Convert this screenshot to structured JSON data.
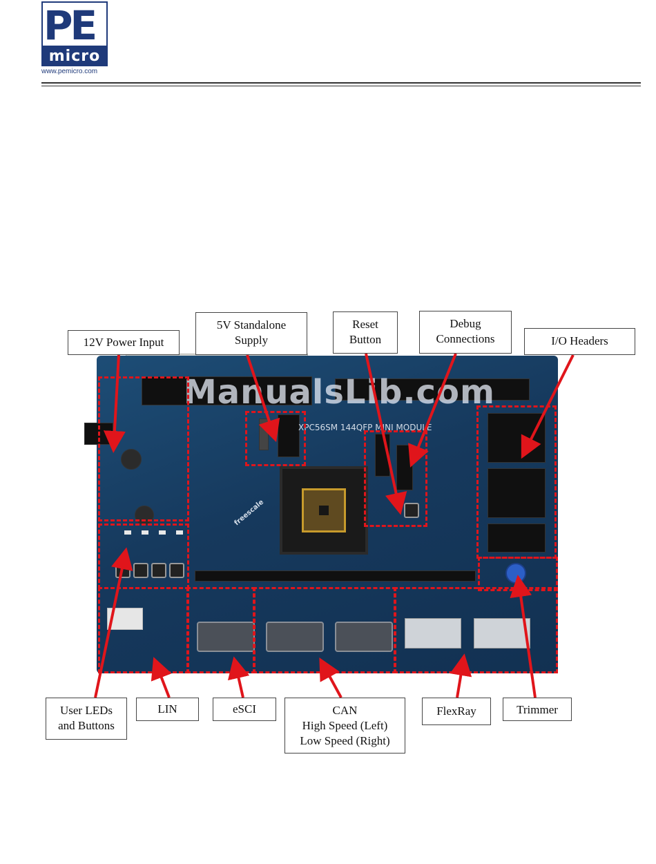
{
  "logo": {
    "brand_top": "PE",
    "brand_bottom": "micro",
    "url": "www.pemicro.com"
  },
  "board": {
    "watermark": "ManualsLib.com",
    "chip_label": "XPC56SM 144QFP MINI MODULE",
    "vendor": "freescale"
  },
  "callouts": {
    "power_input": [
      "12V Power Input"
    ],
    "standalone": [
      "5V Standalone",
      "Supply"
    ],
    "reset": [
      "Reset",
      "Button"
    ],
    "debug": [
      "Debug",
      "Connections"
    ],
    "io_headers": [
      "I/O Headers"
    ],
    "user_leds": [
      "User LEDs",
      "and Buttons"
    ],
    "lin": [
      "LIN"
    ],
    "esci": [
      "eSCI"
    ],
    "can": [
      "CAN",
      "High Speed (Left)",
      "Low Speed (Right)"
    ],
    "flexray": [
      "FlexRay"
    ],
    "trimmer": [
      "Trimmer"
    ]
  },
  "colors": {
    "accent": "#e0151b",
    "brand": "#1f3a7a",
    "board": "#1d4d76"
  }
}
